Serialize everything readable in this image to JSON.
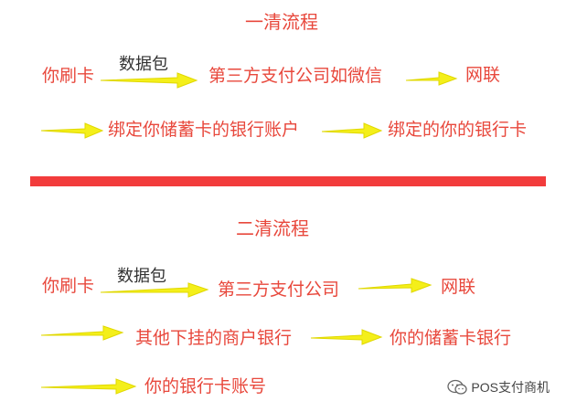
{
  "colors": {
    "text": "#e8483c",
    "arrow": "#f4ef1a",
    "arrow_edge": "#e0d800",
    "divider": "#f23c3c",
    "watermark": "#444444"
  },
  "section1": {
    "title": "一清流程",
    "row1": {
      "node1": "你刷卡",
      "arrow_label": "数据包",
      "node2": "第三方支付公司如微信",
      "node3": "网联"
    },
    "row2": {
      "node1": "绑定你储蓄卡的银行账户",
      "node2": "绑定的你的银行卡"
    }
  },
  "section2": {
    "title": "二清流程",
    "row1": {
      "node1": "你刷卡",
      "arrow_label": "数据包",
      "node2": "第三方支付公司",
      "node3": "网联"
    },
    "row2": {
      "node1": "其他下挂的商户银行",
      "node2": "你的储蓄卡银行"
    },
    "row3": {
      "node1": "你的银行卡账号"
    }
  },
  "watermark": {
    "icon": "wechat-icon",
    "text": "POS支付商机"
  }
}
